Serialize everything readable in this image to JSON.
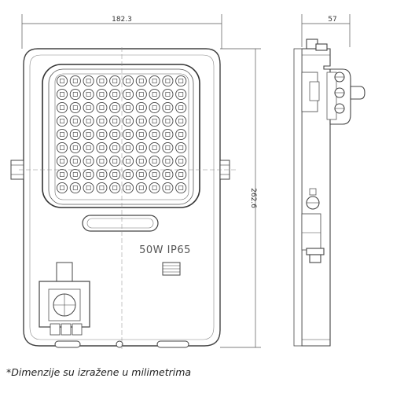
{
  "dimensions": {
    "width_front": "182.3",
    "height": "262.6",
    "depth_side": "57"
  },
  "product_label": "50W IP65",
  "led_grid": {
    "rows": 9,
    "cols": 10
  },
  "footnote": "*Dimenzije su izražene u milimetrima"
}
